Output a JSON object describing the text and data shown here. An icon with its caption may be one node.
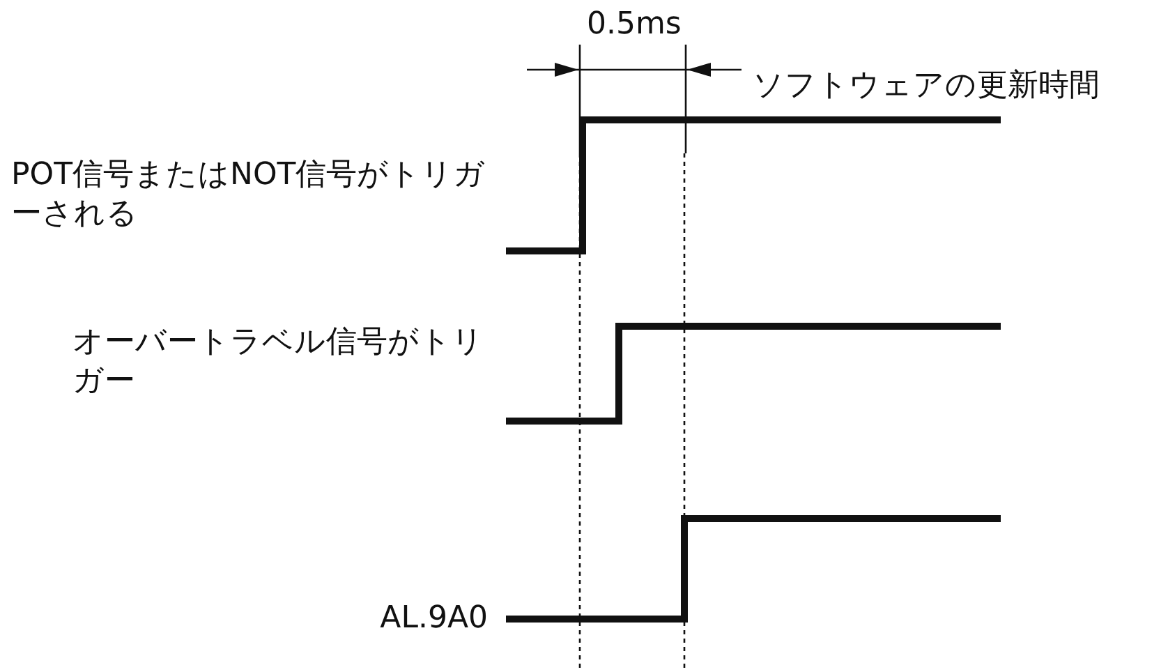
{
  "diagram": {
    "labels": [
      "0.5ms",
      "ソフトウェアの更新時間",
      "POT信号またはNOT信号がトリガーされる",
      "オーバートラベル信号がトリガー",
      "AL.9A0"
    ]
  }
}
